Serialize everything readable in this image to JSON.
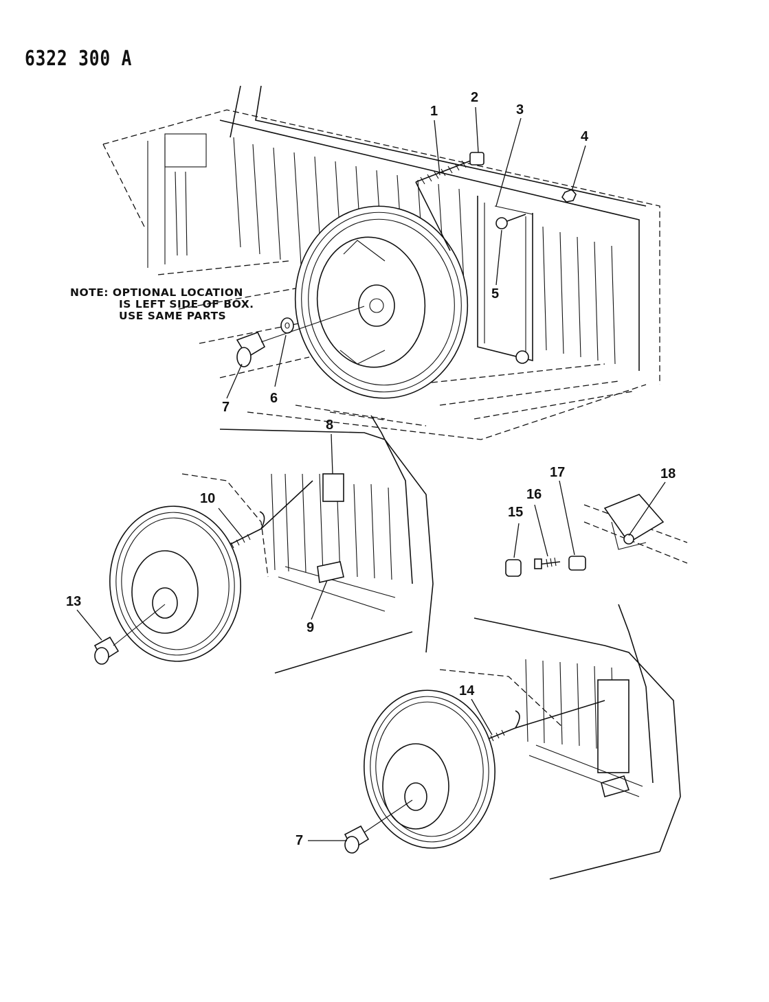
{
  "figure": {
    "code": "6322 300 A",
    "note": {
      "line1": "NOTE: OPTIONAL LOCATION",
      "line2": "IS LEFT SIDE OF BOX.",
      "line3": "USE SAME PARTS"
    },
    "callouts": {
      "c1": "1",
      "c2": "2",
      "c3": "3",
      "c4": "4",
      "c5": "5",
      "c6": "6",
      "c7a": "7",
      "c7b": "7",
      "c8": "8",
      "c9": "9",
      "c10": "10",
      "c13": "13",
      "c14": "14",
      "c15": "15",
      "c16": "16",
      "c17": "17",
      "c18": "18"
    }
  }
}
